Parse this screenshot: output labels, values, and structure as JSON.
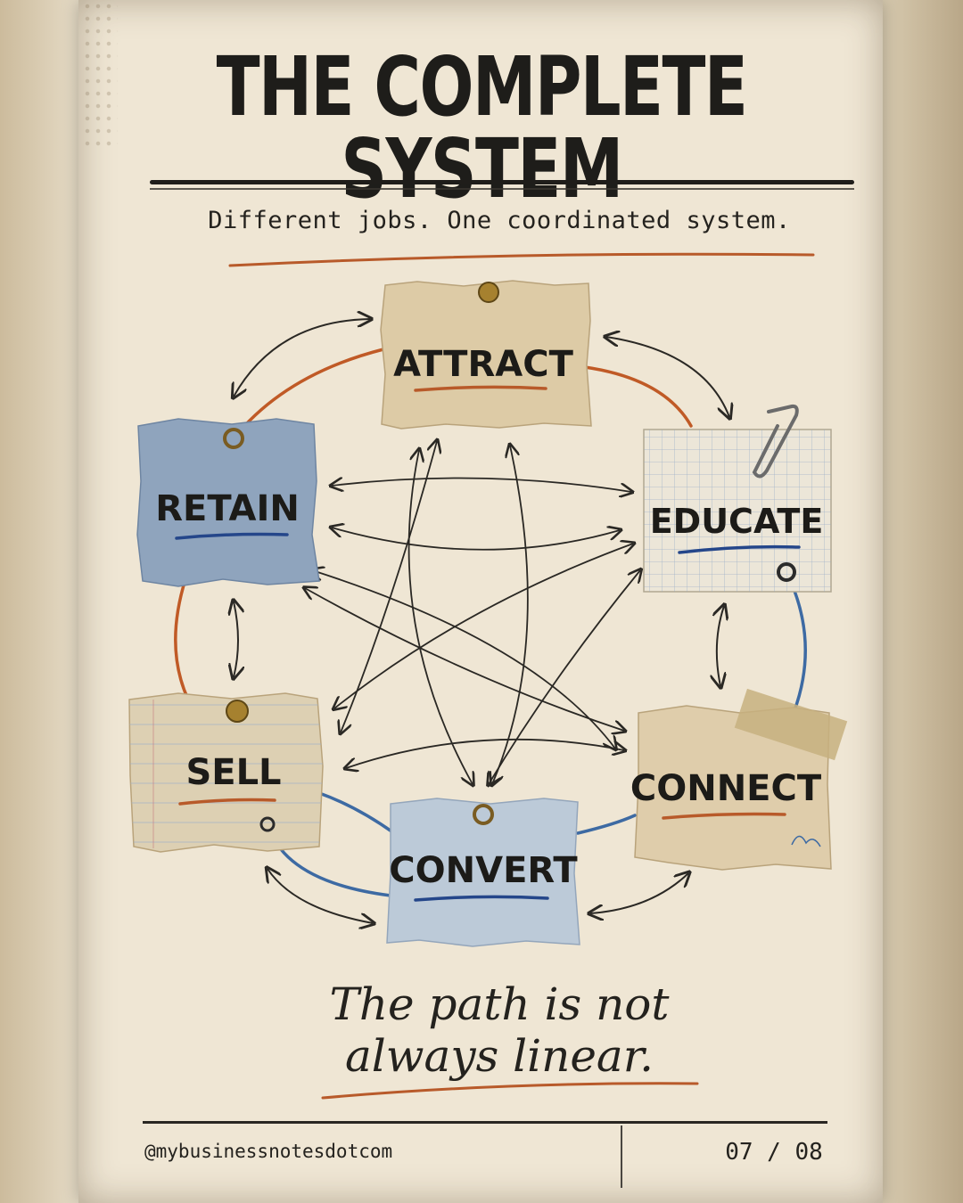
{
  "header": {
    "title": "THE COMPLETE SYSTEM",
    "subtitle": "Different jobs. One coordinated system."
  },
  "nodes": [
    {
      "label": "ATTRACT",
      "style": "kraft",
      "accent": "#b85a2a"
    },
    {
      "label": "EDUCATE",
      "style": "grid",
      "accent": "#2b4f86"
    },
    {
      "label": "CONNECT",
      "style": "kraft",
      "accent": "#b85a2a"
    },
    {
      "label": "CONVERT",
      "style": "blue",
      "accent": "#2b4f86"
    },
    {
      "label": "SELL",
      "style": "ruled",
      "accent": "#b85a2a"
    },
    {
      "label": "RETAIN",
      "style": "blue-dark",
      "accent": "#2b4f86"
    }
  ],
  "tagline": {
    "line1": "The path is not",
    "line2": "always linear."
  },
  "footer": {
    "handle": "@mybusinessnotesdotcom",
    "page": "07 / 08"
  },
  "colors": {
    "paper": "#efe6d4",
    "ink": "#1e1d1a",
    "orange_accent": "#b85a2a",
    "blue_accent": "#2b4f86"
  }
}
